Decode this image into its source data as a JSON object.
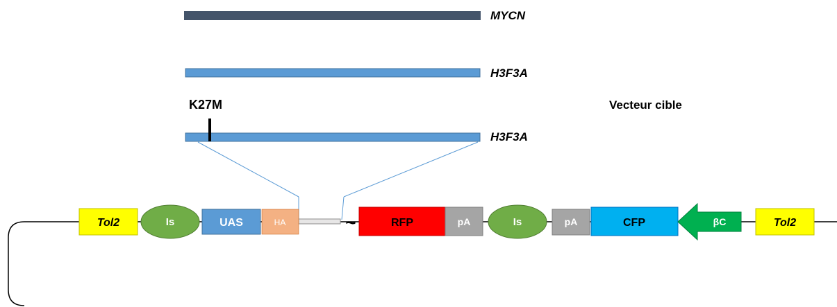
{
  "genes": [
    {
      "label": "MYCN",
      "color": "#44546a"
    },
    {
      "label": "H3F3A",
      "color": "#5b9bd5"
    },
    {
      "label": "H3F3A",
      "color": "#5b9bd5"
    }
  ],
  "mutation_label": "K27M",
  "vector_title": "Vecteur cible",
  "elements": {
    "tol2_left": {
      "label": "Tol2",
      "color": "#ffff00"
    },
    "is_1": {
      "label": "Is",
      "color": "#70ad47"
    },
    "uas": {
      "label": "UAS",
      "color": "#5b9bd5"
    },
    "ha": {
      "label": "HA",
      "color": "#f4b183"
    },
    "tilde": {
      "label": "~"
    },
    "rfp": {
      "label": "RFP",
      "color": "#ff0000"
    },
    "pa_1": {
      "label": "pA",
      "color": "#a5a5a5"
    },
    "is_2": {
      "label": "Is",
      "color": "#70ad47"
    },
    "pa_2": {
      "label": "pA",
      "color": "#a5a5a5"
    },
    "cfp": {
      "label": "CFP",
      "color": "#00b0f0"
    },
    "bc": {
      "label": "βC",
      "color": "#00b050"
    },
    "tol2_right": {
      "label": "Tol2",
      "color": "#ffff00"
    }
  }
}
